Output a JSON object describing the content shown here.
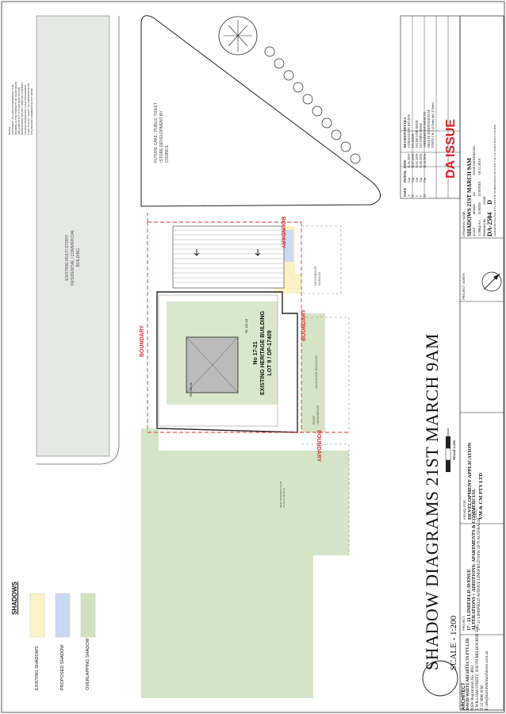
{
  "drawing": {
    "main_title": "SHADOW DIAGRAMS 21ST MARCH 9AM",
    "scale_label": "SCALE - 1:200",
    "scale_bar_label": "SCALE 1:200",
    "da_issue": "DA ISSUE"
  },
  "legend": {
    "heading": "SHADOWS",
    "items": [
      {
        "label": "EXISTING SHADOWS",
        "color": "#fbf3c6"
      },
      {
        "label": "PROPOSED SHADOW",
        "color": "#c8d8f0"
      },
      {
        "label": "OVERLAPPING SHADOW",
        "color": "#cfe1c1"
      }
    ]
  },
  "plan": {
    "existing_building": "EXISTING MULTI STORY\nRESIDENTIAL / COMMERCIAL\nBUILDING",
    "future_cafe": "FUTURE CAFE / PUBLIC TOILET\n/STORE DEVELOPMENT BY\nCOUNCIL",
    "heritage_line1": "No 17-21",
    "heritage_line2": "EXISTING HERITAGE BUILDING",
    "heritage_line3": "LOT 9 / DP-17409",
    "boundary": "BOUNDARY",
    "adjoining": "ADJOINING BUILDING",
    "neighbour_garage": "NEIGHBOUR\nGARAGE",
    "roof_neighbour": "ROOF\nNEIGHBOUR",
    "rl1": "RL 115.22",
    "rl2": "RL 115.18",
    "rl3": "RL 115.22",
    "concrete_slab": "NEW CONCRETE SLAB\nTO DA'S DETAILS"
  },
  "notes": "NOTES:\nCOPYRIGHT - ALL RIGHTS RESERVED. THIS\nDRAWING IS THE PROPERTY OF DAVID WHITE\nARCHITECTS PTY LTD AND MUST NOT BE\nREPRODUCED WITHOUT WRITTEN CONSENT.\nFIGURED DIMENSIONS TAKE PRECEDENCE\nOVER SCALED. VERIFY ALL DIMENSIONS ON\nSITE BEFORE COMMENCING ANY WORK.",
  "title_block": {
    "architect_label": "ARCHITECT",
    "architect_name": "DAVID WHITE ARCHITECTS PTY LTD",
    "architect_reg": "NSW Registration No. 4802",
    "architect_addr": "5 WILLIAM STREET, SOUTH MELBOURNE 3205",
    "architect_phone": "T 02 9880 0090",
    "architect_email": "E info@davidwhitearchitects.com.au",
    "project_label": "PROJECT",
    "project_line1": "17 - 21 LINDFIELD AVENUE",
    "project_line2": "ALTERATIONS + ADDITIONS: APARTMENTS & COMMERCIAL",
    "project_line3": "17 - 21 LINDFIELD AVENUE LINDFIELD NSW 2070 AUSTRALIA",
    "issued_for_label": "ISSUED FOR",
    "issued_for": "DEVELOPMENT APPLICATION",
    "client_label": "CLIENT",
    "client": "VM & CM PTY LTD",
    "north_label": "PROJECT NORTH",
    "drawing_name_label": "DRAWING NAME",
    "drawing_name": "SHADOWS 21ST MARCH 9AM",
    "scale_label": "SCALE",
    "scale": "1:200@A3",
    "drawn_label": "DRAWN",
    "drawn": "D.REID",
    "qa_label": "QA",
    "qa": "D.WHITE",
    "issue_date_label": "ISSUE DATE/REASON",
    "issue_date": "10.12.2019",
    "issue_reason": "AMENDED DA ISSUE TO DELETE SUBDIVISION OF UNITS 1 & 3 (2 UNITS INTO 4 UNITS)",
    "drawing_no_label": "DRAWING No.",
    "drawing_no": "DA-2504",
    "issue_label": "ISSUE",
    "issue": "D"
  },
  "revisions": {
    "headers": [
      "ISSUE",
      "INITIAL",
      "DATE",
      "REVISION DETAILS"
    ],
    "rows": [
      [
        "A",
        "Vnr",
        "11.05.2018",
        "CONSULTANT REVIEW"
      ],
      [
        "B",
        "Vnr",
        "31.07.2018",
        "DA ISSUE"
      ],
      [
        "C",
        "Vnr",
        "13.02.2019",
        "DA SECOND ISSUE"
      ],
      [
        "C",
        "Vnr",
        "13.06.2019",
        "DA THIRD ISSUE"
      ],
      [
        "D",
        "Vnr",
        "10.12.2019",
        "AMENDED DA ISSUE TO DELETE SUBDIVISION OF UNITS 1 & 3 (2 Units into 4 Units)"
      ]
    ]
  }
}
